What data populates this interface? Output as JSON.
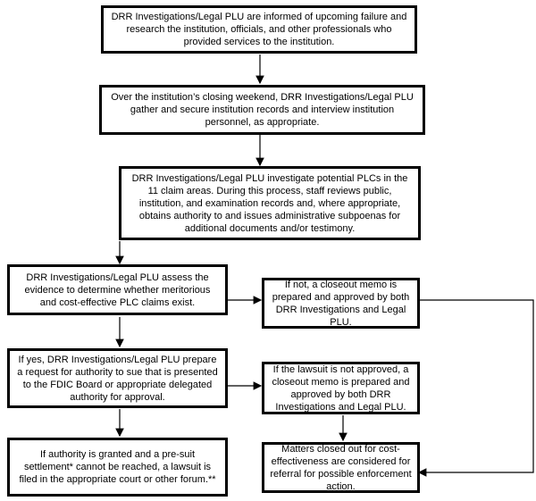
{
  "flowchart": {
    "steps": {
      "step1": "DRR Investigations/Legal PLU are informed of upcoming failure and research the institution, officials, and other professionals who provided services to the institution.",
      "step2": "Over the institution’s closing weekend, DRR Investigations/Legal PLU gather and secure institution records and interview institution personnel, as appropriate.",
      "step3": "DRR Investigations/Legal PLU investigate potential PLCs in the 11 claim areas.  During this process, staff reviews public, institution, and examination records and, where appropriate, obtains authority to and issues administrative subpoenas for additional documents and/or testimony.",
      "step4": "DRR Investigations/Legal PLU assess the evidence to determine whether meritorious and cost-effective PLC claims exist.",
      "step5": "If yes, DRR Investigations/Legal PLU prepare a request for authority to sue that is presented to the FDIC Board or appropriate delegated authority for approval.",
      "step6": "If authority is granted and a pre-suit settlement* cannot be reached, a lawsuit is filed in the appropriate court or other forum.**",
      "side1": "If not, a closeout memo is prepared and approved by both DRR Investigations and Legal PLU.",
      "side2": "If the lawsuit is not approved, a closeout memo is prepared and approved by both DRR Investigations and Legal PLU.",
      "side3": "Matters closed out for cost-effectiveness are considered for referral for possible enforcement action."
    }
  }
}
